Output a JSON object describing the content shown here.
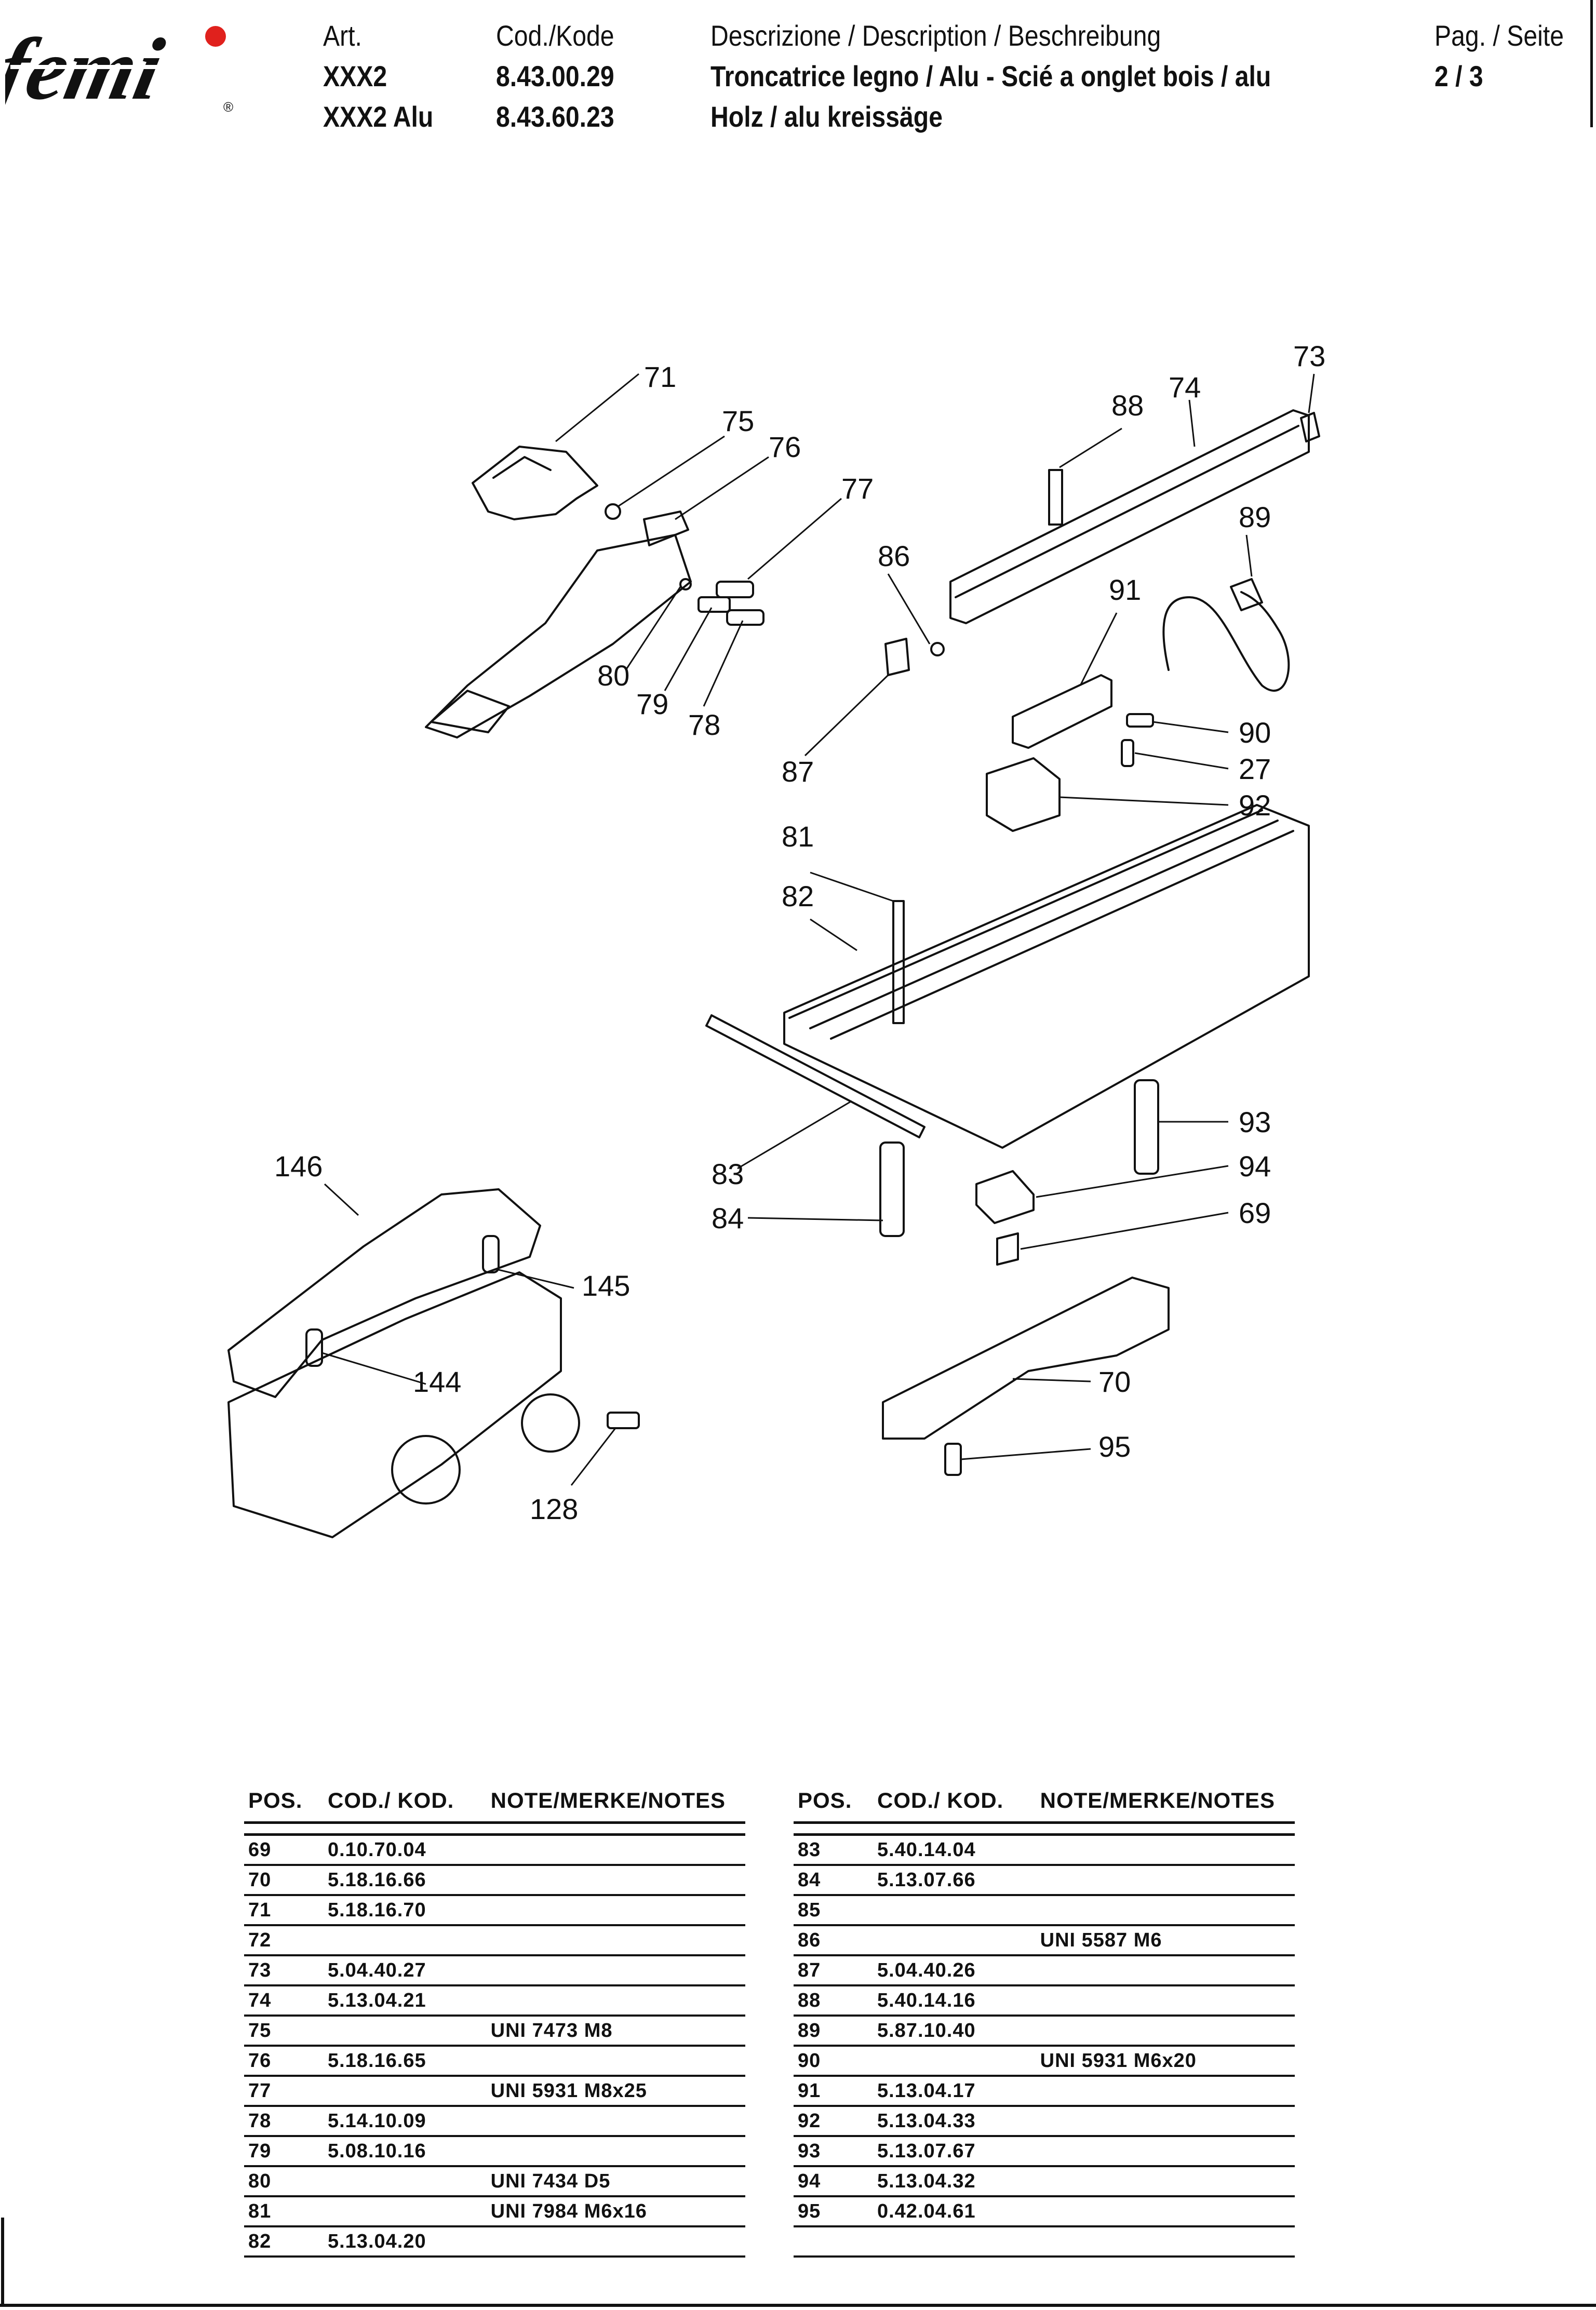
{
  "header": {
    "art_label": "Art.",
    "art_values": [
      "XXX2",
      "XXX2 Alu"
    ],
    "cod_label": "Cod./Kode",
    "cod_values": [
      "8.43.00.29",
      "8.43.60.23"
    ],
    "desc_label": "Descrizione / Description / Beschreibung",
    "desc_lines": [
      "Troncatrice legno / Alu - Scié a onglet bois / alu",
      "Holz / alu kreissäge"
    ],
    "page_label": "Pag. / Seite",
    "page_value": "2 / 3"
  },
  "logo": {
    "text": "femi",
    "registered": "®",
    "dot_color": "#e0211d"
  },
  "diagram": {
    "callouts": [
      "71",
      "75",
      "76",
      "77",
      "86",
      "88",
      "74",
      "73",
      "89",
      "91",
      "90",
      "27",
      "92",
      "80",
      "79",
      "78",
      "87",
      "81",
      "82",
      "93",
      "94",
      "69",
      "146",
      "83",
      "84",
      "145",
      "144",
      "70",
      "95",
      "128"
    ]
  },
  "parts_table": {
    "columns": [
      "POS.",
      "COD./ KOD.",
      "NOTE/MERKE/NOTES"
    ],
    "left_rows": [
      [
        "69",
        "0.10.70.04",
        ""
      ],
      [
        "70",
        "5.18.16.66",
        ""
      ],
      [
        "71",
        "5.18.16.70",
        ""
      ],
      [
        "72",
        "",
        ""
      ],
      [
        "73",
        "5.04.40.27",
        ""
      ],
      [
        "74",
        "5.13.04.21",
        ""
      ],
      [
        "75",
        "",
        "UNI 7473 M8"
      ],
      [
        "76",
        "5.18.16.65",
        ""
      ],
      [
        "77",
        "",
        "UNI 5931 M8x25"
      ],
      [
        "78",
        "5.14.10.09",
        ""
      ],
      [
        "79",
        "5.08.10.16",
        ""
      ],
      [
        "80",
        "",
        "UNI 7434 D5"
      ],
      [
        "81",
        "",
        "UNI 7984 M6x16"
      ],
      [
        "82",
        "5.13.04.20",
        ""
      ]
    ],
    "right_rows": [
      [
        "83",
        "5.40.14.04",
        ""
      ],
      [
        "84",
        "5.13.07.66",
        ""
      ],
      [
        "85",
        "",
        ""
      ],
      [
        "86",
        "",
        "UNI 5587 M6"
      ],
      [
        "87",
        "5.04.40.26",
        ""
      ],
      [
        "88",
        "5.40.14.16",
        ""
      ],
      [
        "89",
        "5.87.10.40",
        ""
      ],
      [
        "90",
        "",
        "UNI 5931 M6x20"
      ],
      [
        "91",
        "5.13.04.17",
        ""
      ],
      [
        "92",
        "5.13.04.33",
        ""
      ],
      [
        "93",
        "5.13.07.67",
        ""
      ],
      [
        "94",
        "5.13.04.32",
        ""
      ],
      [
        "95",
        "0.42.04.61",
        ""
      ],
      [
        "",
        "",
        ""
      ]
    ]
  }
}
